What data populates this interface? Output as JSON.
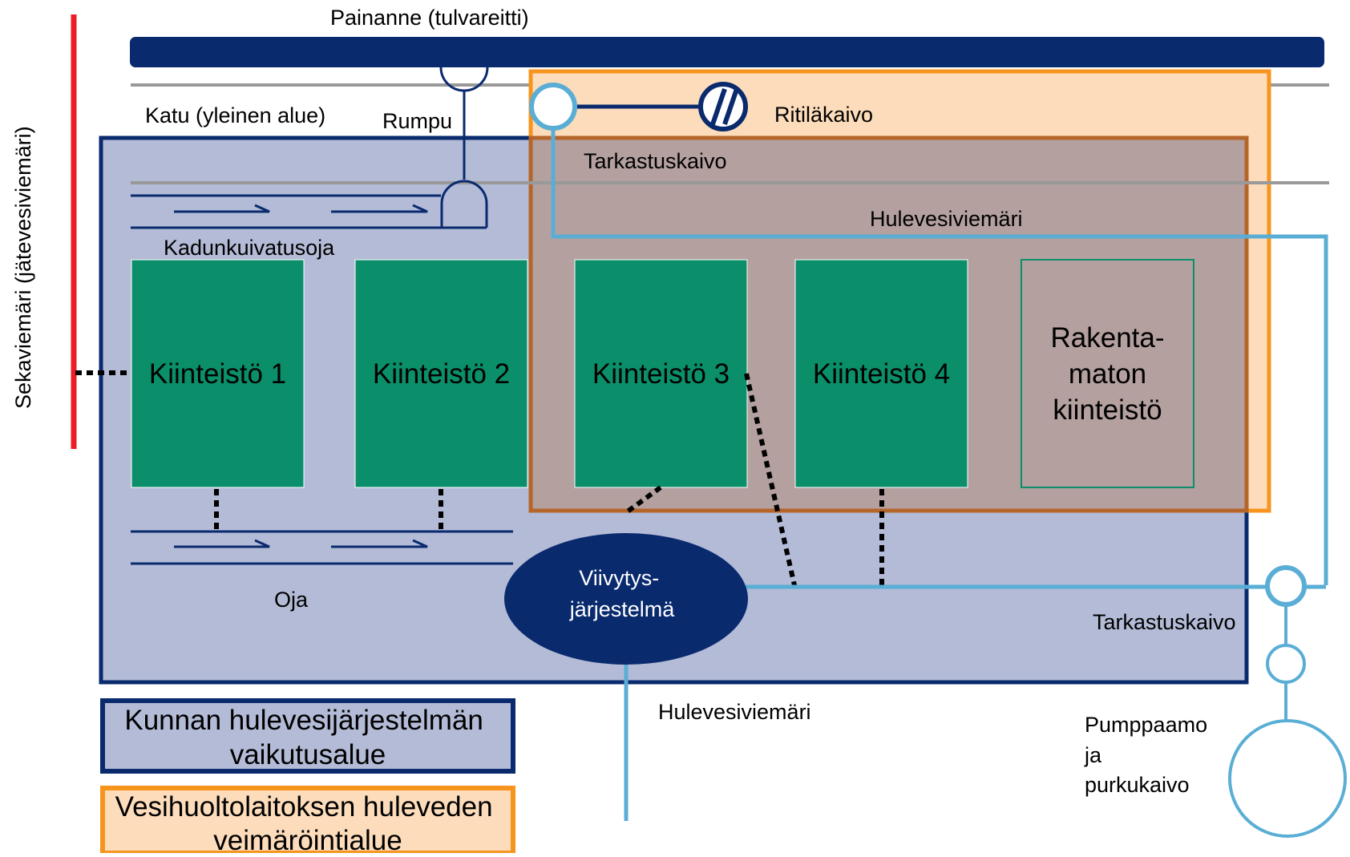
{
  "labels": {
    "painanne": "Painanne (tulvareitti)",
    "katu": "Katu (yleinen alue)",
    "rumpu": "Rumpu",
    "ritilakaivo": "Ritiläkaivo",
    "tarkastuskaivo_top": "Tarkastuskaivo",
    "hulevesiviemari_top": "Hulevesiviemäri",
    "kadunkuivatusoja": "Kadunkuivatusoja",
    "sekaviemari": "Sekaviemäri (jätevesiviemäri)",
    "oja": "Oja",
    "tarkastuskaivo_bottom": "Tarkastuskaivo",
    "hulevesiviemari_bottom": "Hulevesiviemäri",
    "pumppaamo": [
      "Pumppaamo",
      "ja",
      "purkukaivo"
    ]
  },
  "properties": [
    {
      "lines": [
        "Kiinteistö 1"
      ],
      "built": true
    },
    {
      "lines": [
        "Kiinteistö 2"
      ],
      "built": true
    },
    {
      "lines": [
        "Kiinteistö 3"
      ],
      "built": true
    },
    {
      "lines": [
        "Kiinteistö 4"
      ],
      "built": true
    },
    {
      "lines": [
        "Rakenta-",
        "maton",
        "kiinteistö"
      ],
      "built": false
    }
  ],
  "detention": {
    "lines": [
      "Viivytys-",
      "järjestelmä"
    ]
  },
  "legend": [
    {
      "lines": [
        "Kunnan hulevesijärjestelmän",
        "vaikutusalue"
      ],
      "fill": "#b3bbd6",
      "border": "#0a2a6e"
    },
    {
      "lines": [
        "Vesihuoltolaitoksen huleveden",
        "veimäröintialue"
      ],
      "fill": "#fcdcba",
      "border": "#f7941d"
    }
  ],
  "colors": {
    "navy": "#0a2a6e",
    "light_blue": "#5aaed6",
    "red": "#ee1c25",
    "orange": "#f7941d",
    "orange_fill": "#fcdcba",
    "blue_area": "#b3bbd6",
    "overlap": "#b3a09f",
    "property_green": "#0a8f6a",
    "gray_line": "#999999"
  }
}
